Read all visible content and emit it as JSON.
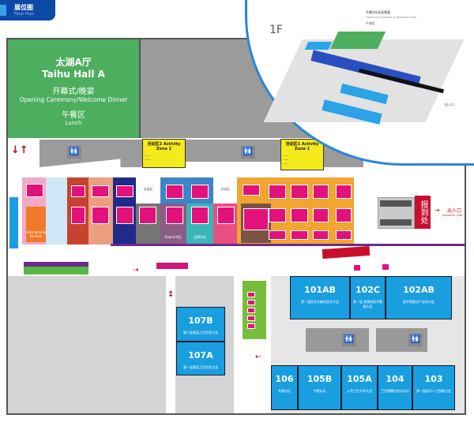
{
  "header": {
    "title": "展位图",
    "subtitle": "Floor Plan"
  },
  "hall_a": {
    "name_cn": "太湖A厅",
    "name_en": "Taihu Hall A",
    "event_cn": "开幕式/晚宴",
    "event_en": "Opening Ceremony/Welcome Dinner",
    "lunch_cn": "午餐区",
    "lunch_en": "Lunch"
  },
  "activity_zones": [
    {
      "title": "活动区2 Activity Zone 2"
    },
    {
      "title": "活动区1 Activity Zone 1"
    }
  ],
  "booth_areas": [
    {
      "label": "International Pavilion",
      "color": "#f07a2a"
    },
    {
      "label": "洽谈区"
    },
    {
      "label": "洽谈区"
    },
    {
      "label": "Kaplan专区"
    },
    {
      "label": "品牌专区"
    }
  ],
  "registration": {
    "label": "报到处",
    "exit_cn": "出入口",
    "exit_en": "Entrance | Exit"
  },
  "inset": {
    "floor": "1F",
    "legend_cn": "开幕式&欢迎晚宴",
    "legend_en": "Opening Ceremony & Welcome Gala",
    "lunch": "午餐区",
    "entrance": "出入口"
  },
  "rooms": [
    {
      "id": "101AB",
      "desc": "第一届医学文献信息学大会"
    },
    {
      "id": "102C",
      "desc": "第一届 多模态医学数据大会"
    },
    {
      "id": "102AB",
      "desc": "医疗智能化产业研讨会"
    },
    {
      "id": "106",
      "desc": "专题论坛"
    },
    {
      "id": "105B",
      "desc": "专题论坛"
    },
    {
      "id": "105A",
      "desc": "公共卫生学术大会"
    },
    {
      "id": "104",
      "desc": "卫生健康信息化论坛"
    },
    {
      "id": "103",
      "desc": "第一届医学人工智能大会"
    },
    {
      "id": "107B",
      "desc": "第二届基层卫生信息大会"
    },
    {
      "id": "107A",
      "desc": "第一届基层卫生信息大会"
    }
  ],
  "colors": {
    "hall_green": "#4cae5e",
    "room_blue": "#199ee0",
    "booth_pink": "#e2117b",
    "header_blue": "#0d4aa6"
  }
}
